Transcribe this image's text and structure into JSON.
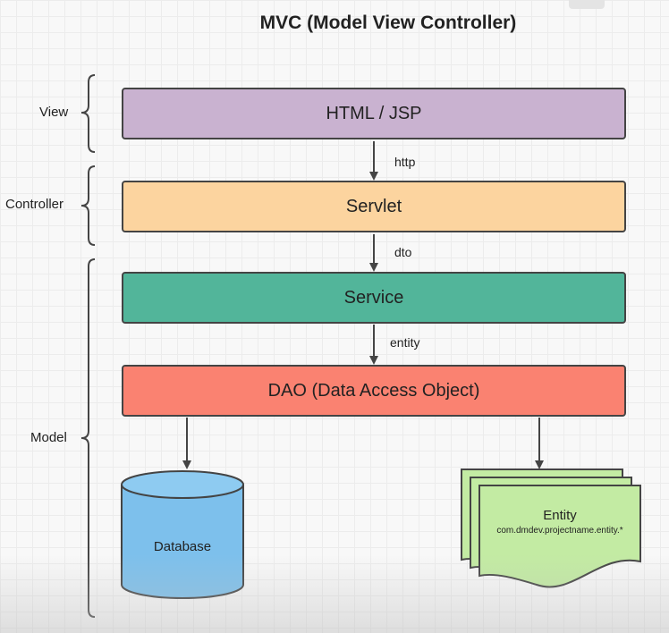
{
  "title": "MVC (Model View Controller)",
  "layers": {
    "view": "View",
    "controller": "Controller",
    "model": "Model"
  },
  "boxes": {
    "view": {
      "label": "HTML / JSP",
      "color": "#c9b2d0"
    },
    "controller": {
      "label": "Servlet",
      "color": "#fcd49f"
    },
    "service": {
      "label": "Service",
      "color": "#52b59a"
    },
    "dao": {
      "label": "DAO (Data Access Object)",
      "color": "#fa8271"
    }
  },
  "edges": {
    "http": "http",
    "dto": "dto",
    "entity": "entity"
  },
  "database": {
    "label": "Database",
    "color": "#7dc0ec"
  },
  "entity_doc": {
    "label": "Entity",
    "package": "com.dmdev.projectname.entity.*",
    "color": "#c3eba3"
  }
}
